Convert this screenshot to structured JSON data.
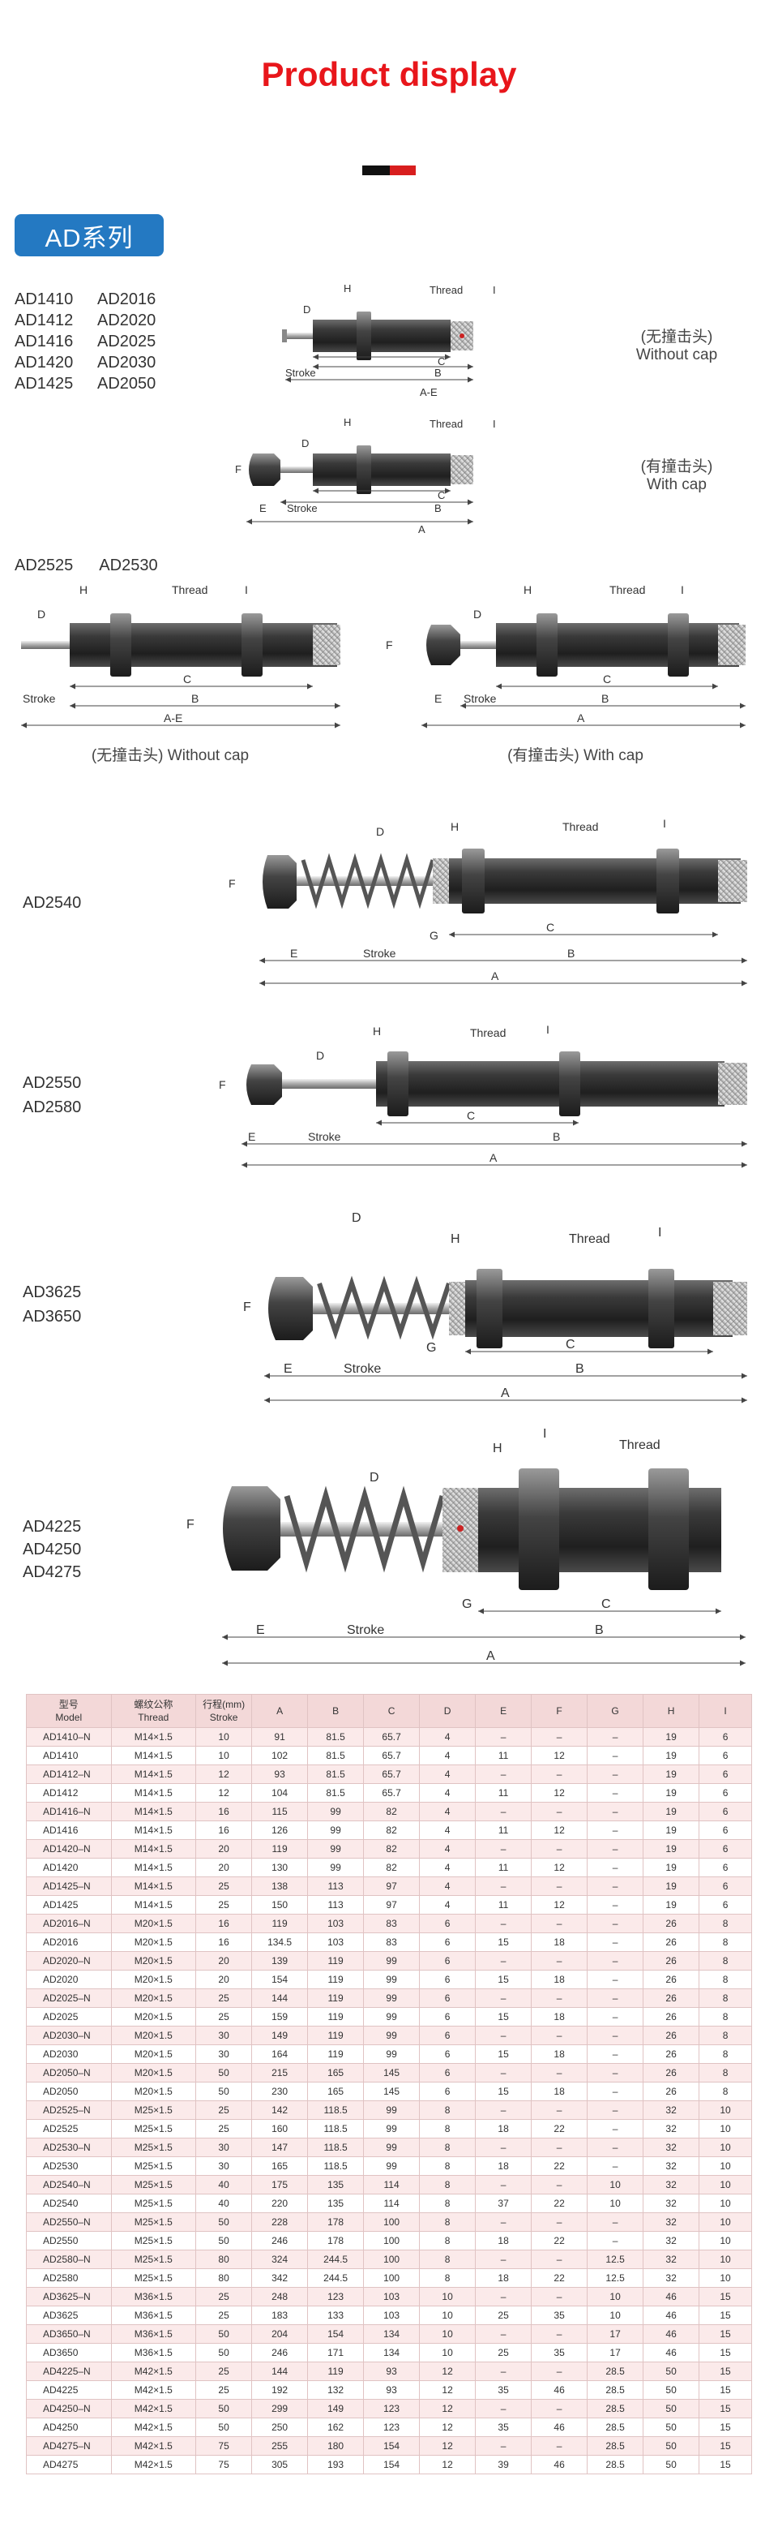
{
  "page_title": "Product display",
  "series_badge": "AD系列",
  "group1": {
    "models": [
      "AD1410",
      "AD1412",
      "AD1416",
      "AD1420",
      "AD1425",
      "AD2016",
      "AD2020",
      "AD2025",
      "AD2030",
      "AD2050"
    ],
    "caption_without_cn": "(无撞击头)",
    "caption_without_en": "Without cap",
    "caption_with_cn": "(有撞击头)",
    "caption_with_en": "With cap"
  },
  "group2": {
    "models": [
      "AD2525",
      "AD2530"
    ],
    "caption_without": "(无撞击头) Without cap",
    "caption_with": "(有撞击头) With cap"
  },
  "group3": {
    "models": [
      "AD2540"
    ]
  },
  "group4": {
    "models": [
      "AD2550",
      "AD2580"
    ]
  },
  "group5": {
    "models": [
      "AD3625",
      "AD3650"
    ]
  },
  "group6": {
    "models": [
      "AD4225",
      "AD4250",
      "AD4275"
    ]
  },
  "dim_labels": {
    "H": "H",
    "Thread": "Thread",
    "I": "I",
    "D": "D",
    "F": "F",
    "Stroke": "Stroke",
    "B": "B",
    "C": "C",
    "A": "A",
    "AE": "A-E",
    "E": "E",
    "G": "G"
  },
  "colors": {
    "title": "#e8161b",
    "badge": "#2479c2",
    "table_header": "#f3d8d8",
    "table_stripe": "#fbeaea"
  },
  "table": {
    "headers": [
      {
        "cn": "型号",
        "en": "Model"
      },
      {
        "cn": "螺纹公称",
        "en": "Thread"
      },
      {
        "cn": "行程(mm)",
        "en": "Stroke"
      },
      {
        "cn": "",
        "en": "A"
      },
      {
        "cn": "",
        "en": "B"
      },
      {
        "cn": "",
        "en": "C"
      },
      {
        "cn": "",
        "en": "D"
      },
      {
        "cn": "",
        "en": "E"
      },
      {
        "cn": "",
        "en": "F"
      },
      {
        "cn": "",
        "en": "G"
      },
      {
        "cn": "",
        "en": "H"
      },
      {
        "cn": "",
        "en": "I"
      }
    ],
    "rows": [
      [
        "AD1410–N",
        "M14×1.5",
        "10",
        "91",
        "81.5",
        "65.7",
        "4",
        "–",
        "–",
        "–",
        "19",
        "6"
      ],
      [
        "AD1410",
        "M14×1.5",
        "10",
        "102",
        "81.5",
        "65.7",
        "4",
        "11",
        "12",
        "–",
        "19",
        "6"
      ],
      [
        "AD1412–N",
        "M14×1.5",
        "12",
        "93",
        "81.5",
        "65.7",
        "4",
        "–",
        "–",
        "–",
        "19",
        "6"
      ],
      [
        "AD1412",
        "M14×1.5",
        "12",
        "104",
        "81.5",
        "65.7",
        "4",
        "11",
        "12",
        "–",
        "19",
        "6"
      ],
      [
        "AD1416–N",
        "M14×1.5",
        "16",
        "115",
        "99",
        "82",
        "4",
        "–",
        "–",
        "–",
        "19",
        "6"
      ],
      [
        "AD1416",
        "M14×1.5",
        "16",
        "126",
        "99",
        "82",
        "4",
        "11",
        "12",
        "–",
        "19",
        "6"
      ],
      [
        "AD1420–N",
        "M14×1.5",
        "20",
        "119",
        "99",
        "82",
        "4",
        "–",
        "–",
        "–",
        "19",
        "6"
      ],
      [
        "AD1420",
        "M14×1.5",
        "20",
        "130",
        "99",
        "82",
        "4",
        "11",
        "12",
        "–",
        "19",
        "6"
      ],
      [
        "AD1425–N",
        "M14×1.5",
        "25",
        "138",
        "113",
        "97",
        "4",
        "–",
        "–",
        "–",
        "19",
        "6"
      ],
      [
        "AD1425",
        "M14×1.5",
        "25",
        "150",
        "113",
        "97",
        "4",
        "11",
        "12",
        "–",
        "19",
        "6"
      ],
      [
        "AD2016–N",
        "M20×1.5",
        "16",
        "119",
        "103",
        "83",
        "6",
        "–",
        "–",
        "–",
        "26",
        "8"
      ],
      [
        "AD2016",
        "M20×1.5",
        "16",
        "134.5",
        "103",
        "83",
        "6",
        "15",
        "18",
        "–",
        "26",
        "8"
      ],
      [
        "AD2020–N",
        "M20×1.5",
        "20",
        "139",
        "119",
        "99",
        "6",
        "–",
        "–",
        "–",
        "26",
        "8"
      ],
      [
        "AD2020",
        "M20×1.5",
        "20",
        "154",
        "119",
        "99",
        "6",
        "15",
        "18",
        "–",
        "26",
        "8"
      ],
      [
        "AD2025–N",
        "M20×1.5",
        "25",
        "144",
        "119",
        "99",
        "6",
        "–",
        "–",
        "–",
        "26",
        "8"
      ],
      [
        "AD2025",
        "M20×1.5",
        "25",
        "159",
        "119",
        "99",
        "6",
        "15",
        "18",
        "–",
        "26",
        "8"
      ],
      [
        "AD2030–N",
        "M20×1.5",
        "30",
        "149",
        "119",
        "99",
        "6",
        "–",
        "–",
        "–",
        "26",
        "8"
      ],
      [
        "AD2030",
        "M20×1.5",
        "30",
        "164",
        "119",
        "99",
        "6",
        "15",
        "18",
        "–",
        "26",
        "8"
      ],
      [
        "AD2050–N",
        "M20×1.5",
        "50",
        "215",
        "165",
        "145",
        "6",
        "–",
        "–",
        "–",
        "26",
        "8"
      ],
      [
        "AD2050",
        "M20×1.5",
        "50",
        "230",
        "165",
        "145",
        "6",
        "15",
        "18",
        "–",
        "26",
        "8"
      ],
      [
        "AD2525–N",
        "M25×1.5",
        "25",
        "142",
        "118.5",
        "99",
        "8",
        "–",
        "–",
        "–",
        "32",
        "10"
      ],
      [
        "AD2525",
        "M25×1.5",
        "25",
        "160",
        "118.5",
        "99",
        "8",
        "18",
        "22",
        "–",
        "32",
        "10"
      ],
      [
        "AD2530–N",
        "M25×1.5",
        "30",
        "147",
        "118.5",
        "99",
        "8",
        "–",
        "–",
        "–",
        "32",
        "10"
      ],
      [
        "AD2530",
        "M25×1.5",
        "30",
        "165",
        "118.5",
        "99",
        "8",
        "18",
        "22",
        "–",
        "32",
        "10"
      ],
      [
        "AD2540–N",
        "M25×1.5",
        "40",
        "175",
        "135",
        "114",
        "8",
        "–",
        "–",
        "10",
        "32",
        "10"
      ],
      [
        "AD2540",
        "M25×1.5",
        "40",
        "220",
        "135",
        "114",
        "8",
        "37",
        "22",
        "10",
        "32",
        "10"
      ],
      [
        "AD2550–N",
        "M25×1.5",
        "50",
        "228",
        "178",
        "100",
        "8",
        "–",
        "–",
        "–",
        "32",
        "10"
      ],
      [
        "AD2550",
        "M25×1.5",
        "50",
        "246",
        "178",
        "100",
        "8",
        "18",
        "22",
        "–",
        "32",
        "10"
      ],
      [
        "AD2580–N",
        "M25×1.5",
        "80",
        "324",
        "244.5",
        "100",
        "8",
        "–",
        "–",
        "12.5",
        "32",
        "10"
      ],
      [
        "AD2580",
        "M25×1.5",
        "80",
        "342",
        "244.5",
        "100",
        "8",
        "18",
        "22",
        "12.5",
        "32",
        "10"
      ],
      [
        "AD3625–N",
        "M36×1.5",
        "25",
        "248",
        "123",
        "103",
        "10",
        "–",
        "–",
        "10",
        "46",
        "15"
      ],
      [
        "AD3625",
        "M36×1.5",
        "25",
        "183",
        "133",
        "103",
        "10",
        "25",
        "35",
        "10",
        "46",
        "15"
      ],
      [
        "AD3650–N",
        "M36×1.5",
        "50",
        "204",
        "154",
        "134",
        "10",
        "–",
        "–",
        "17",
        "46",
        "15"
      ],
      [
        "AD3650",
        "M36×1.5",
        "50",
        "246",
        "171",
        "134",
        "10",
        "25",
        "35",
        "17",
        "46",
        "15"
      ],
      [
        "AD4225–N",
        "M42×1.5",
        "25",
        "144",
        "119",
        "93",
        "12",
        "–",
        "–",
        "28.5",
        "50",
        "15"
      ],
      [
        "AD4225",
        "M42×1.5",
        "25",
        "192",
        "132",
        "93",
        "12",
        "35",
        "46",
        "28.5",
        "50",
        "15"
      ],
      [
        "AD4250–N",
        "M42×1.5",
        "50",
        "299",
        "149",
        "123",
        "12",
        "–",
        "–",
        "28.5",
        "50",
        "15"
      ],
      [
        "AD4250",
        "M42×1.5",
        "50",
        "250",
        "162",
        "123",
        "12",
        "35",
        "46",
        "28.5",
        "50",
        "15"
      ],
      [
        "AD4275–N",
        "M42×1.5",
        "75",
        "255",
        "180",
        "154",
        "12",
        "–",
        "–",
        "28.5",
        "50",
        "15"
      ],
      [
        "AD4275",
        "M42×1.5",
        "75",
        "305",
        "193",
        "154",
        "12",
        "39",
        "46",
        "28.5",
        "50",
        "15"
      ]
    ]
  }
}
